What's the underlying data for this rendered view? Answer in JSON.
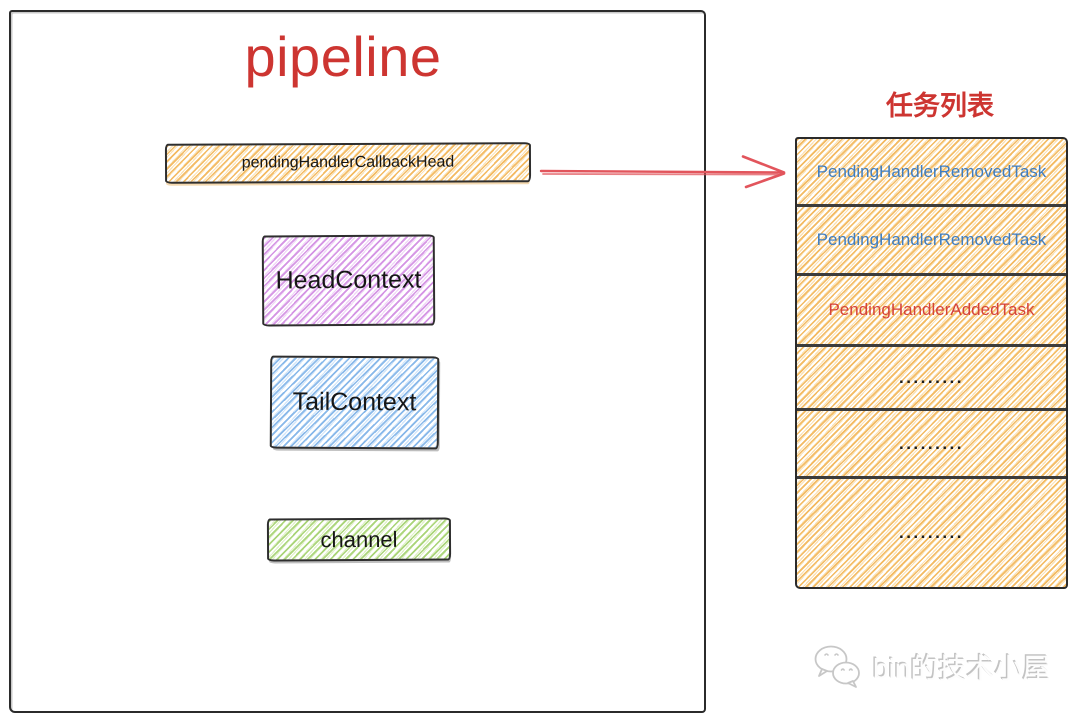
{
  "pipeline": {
    "title": "pipeline",
    "nodes": {
      "callback_head": "pendingHandlerCallbackHead",
      "head_context": "HeadContext",
      "tail_context": "TailContext",
      "channel": "channel"
    }
  },
  "task_list": {
    "title": "任务列表",
    "items": [
      {
        "label": "PendingHandlerRemovedTask",
        "color": "#3f7dc0"
      },
      {
        "label": "PendingHandlerRemovedTask",
        "color": "#3f7dc0"
      },
      {
        "label": "PendingHandlerAddedTask",
        "color": "#d5423a"
      },
      {
        "label": ".........",
        "color": "#1b1b1b"
      },
      {
        "label": ".........",
        "color": "#1b1b1b"
      },
      {
        "label": ".........",
        "color": "#1b1b1b"
      }
    ]
  },
  "arrow": {
    "from": "pendingHandlerCallbackHead",
    "to": "task_list",
    "color": "#e2555c"
  },
  "watermark": {
    "label": "bin的技术小屋",
    "icon": "wechat-icon"
  },
  "colors": {
    "title_red": "#cd3531",
    "arrow_red": "#e2555c",
    "task_text_blue": "#3f7dc0",
    "task_text_red": "#d5423a",
    "hatch_orange": "#f3b85d",
    "hatch_purple": "#d18ce2",
    "hatch_blue": "#7fb3e8",
    "hatch_green": "#a3d16e",
    "border_dark": "#2b2b2b"
  }
}
